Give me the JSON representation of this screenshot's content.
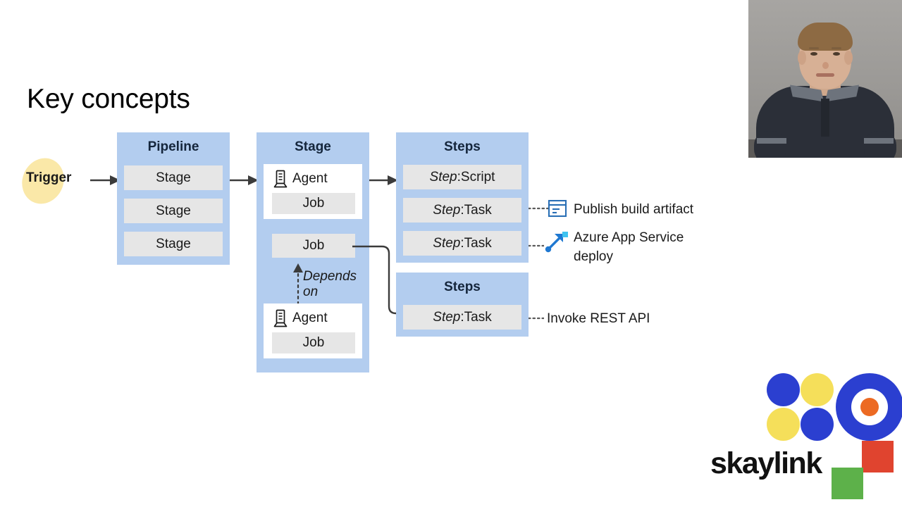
{
  "slide": {
    "title": "Key concepts",
    "background_color": "#ffffff"
  },
  "colors": {
    "panel_blue": "#b3cdef",
    "box_grey": "#e6e6e6",
    "trigger_yellow": "#fae8a8",
    "arrow_dark": "#3b3b3b",
    "icon_blue": "#2a6fb5",
    "azure_blue": "#1f78d1",
    "azure_light": "#3fc3f0",
    "logo_blue": "#2b3fd0",
    "logo_yellow": "#f5df5a",
    "logo_orange": "#ec6a23",
    "logo_red": "#e0442f",
    "logo_green": "#5db14a"
  },
  "trigger": {
    "label": "Trigger"
  },
  "pipeline": {
    "title": "Pipeline",
    "stages": [
      {
        "label": "Stage"
      },
      {
        "label": "Stage"
      },
      {
        "label": "Stage"
      }
    ]
  },
  "stage": {
    "title": "Stage",
    "agents": [
      {
        "label": "Agent",
        "job": "Job"
      },
      {
        "label": "Agent",
        "job": "Job"
      }
    ],
    "standalone_job": {
      "label": "Job"
    },
    "depends_on": "Depends on"
  },
  "steps_primary": {
    "title": "Steps",
    "items": [
      {
        "kind": "Step",
        "separator": ": ",
        "name": "Script",
        "annotation": null,
        "icon": null
      },
      {
        "kind": "Step",
        "separator": ": ",
        "name": "Task",
        "annotation": "Publish build artifact",
        "icon": "publish-artifact-icon"
      },
      {
        "kind": "Step",
        "separator": ": ",
        "name": "Task",
        "annotation": "Azure App Service deploy",
        "icon": "azure-app-service-deploy-icon"
      }
    ]
  },
  "steps_secondary": {
    "title": "Steps",
    "items": [
      {
        "kind": "Step",
        "separator": ": ",
        "name": "Task",
        "annotation": "Invoke REST API",
        "icon": null
      }
    ]
  },
  "annotations": {
    "publish_build_artifact": "Publish build artifact",
    "azure_app_service_deploy_line1": "Azure App Service",
    "azure_app_service_deploy_line2": "deploy",
    "invoke_rest_api": "Invoke REST API"
  },
  "logo": {
    "text": "skaylink"
  },
  "webcam": {
    "present": true
  }
}
